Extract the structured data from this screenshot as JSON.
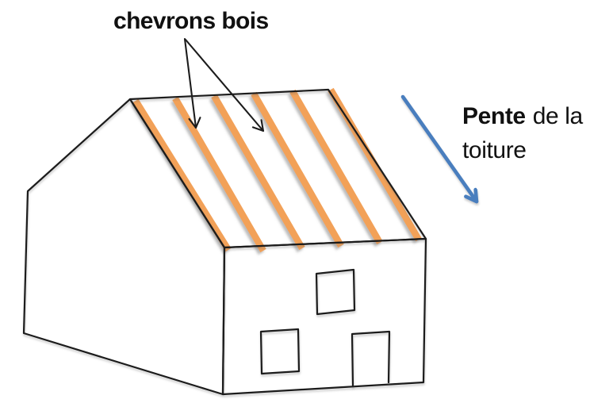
{
  "labels": {
    "title": "chevrons bois",
    "slope_bold": "Pente",
    "slope_rest": "de la",
    "slope_line2": "toiture"
  },
  "colors": {
    "rafter_orange": "#F2A159",
    "slope_arrow_blue": "#4A7EBE",
    "outline_black": "#1C1C1C"
  }
}
